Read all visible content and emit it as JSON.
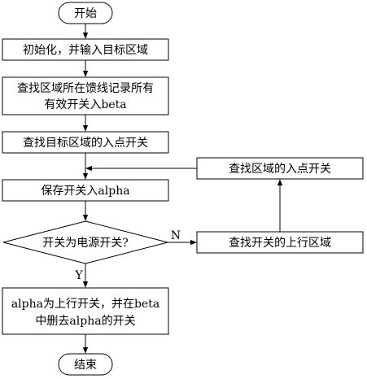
{
  "flowchart": {
    "start": "开始",
    "step1": "初始化，并输入目标区域",
    "step2": [
      "查找区域所在馈线记录所有",
      "有效开关入beta"
    ],
    "step3": "查找目标区域的入点开关",
    "step4": "保存开关入alpha",
    "decision": "开关为电源开关?",
    "yes_label": "Y",
    "no_label": "N",
    "step_yes": [
      "alpha为上行开关，并在beta",
      "中删去alpha的开关"
    ],
    "end": "结束",
    "step_no": "查找开关的上行区域",
    "step_loop": "查找区域的入点开关"
  }
}
